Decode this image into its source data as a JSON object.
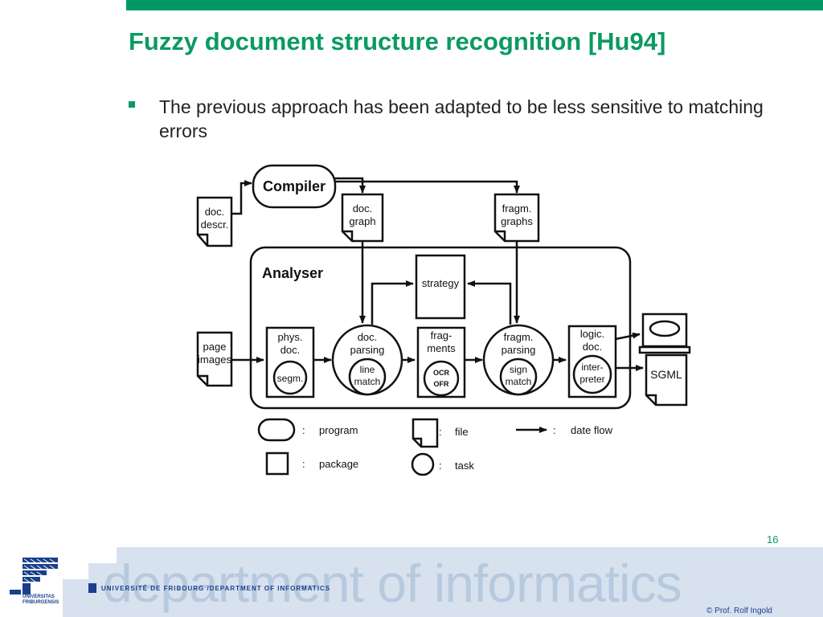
{
  "slide": {
    "title": "Fuzzy document structure recognition [Hu94]",
    "bullet": "The previous approach has been adapted to be less sensitive to matching errors",
    "page_number": "16",
    "colors": {
      "accent": "#0a9a62",
      "band": "#d7e2ee",
      "university_blue": "#1b3f8c"
    }
  },
  "diagram": {
    "compiler": "Compiler",
    "analyser": "Analyser",
    "doc_descr": [
      "doc.",
      "descr."
    ],
    "doc_graph": [
      "doc.",
      "graph"
    ],
    "fragm_graphs": [
      "fragm.",
      "graphs"
    ],
    "strategy": "strategy",
    "page_images": [
      "page",
      "images"
    ],
    "phys_doc": [
      "phys.",
      "doc."
    ],
    "segm": "segm.",
    "doc_parsing": [
      "doc.",
      "parsing"
    ],
    "line_match": [
      "line",
      "match"
    ],
    "fragments": [
      "frag-",
      "ments"
    ],
    "ocr": "OCR",
    "ofr": "OFR",
    "fragm_parsing": [
      "fragm.",
      "parsing"
    ],
    "sign_match": [
      "sign",
      "match"
    ],
    "logic_doc": [
      "logic.",
      "doc."
    ],
    "interpreter": [
      "inter-",
      "preter"
    ],
    "sgml": "SGML",
    "legend": {
      "separator": ":",
      "program": "program",
      "file": "file",
      "date_flow": "date flow",
      "package": "package",
      "task": "task"
    }
  },
  "footer": {
    "department": "department of informatics",
    "university_line": "UNIVERSITÉ DE FRIBOURG /DEPARTMENT OF INFORMATICS",
    "logo_text": [
      "UNIVERSITAS",
      "FRIBURGENSIS"
    ],
    "copyright": "© Prof. Rolf Ingold"
  }
}
